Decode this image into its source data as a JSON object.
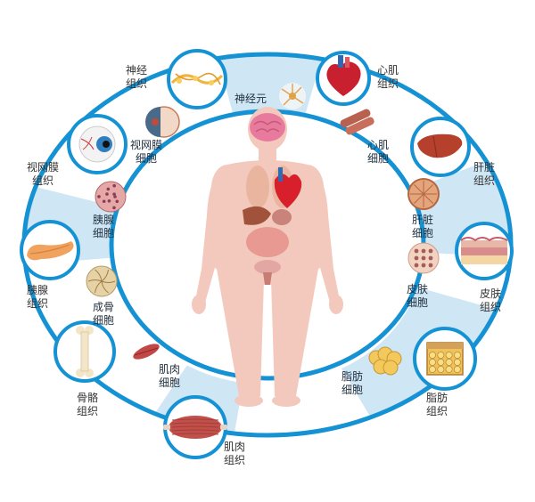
{
  "colors": {
    "ring": "#1592d4",
    "band": "#cfe6f4",
    "body": "#f4c9bd",
    "text": "#333333"
  },
  "center": {
    "title": "神经元"
  },
  "tissues": [
    {
      "id": "nerve",
      "label": "神经\n组织",
      "icon": "nerve-fibers-icon"
    },
    {
      "id": "cardiac",
      "label": "心肌\n组织",
      "icon": "heart-icon"
    },
    {
      "id": "liver",
      "label": "肝脏\n组织",
      "icon": "liver-icon"
    },
    {
      "id": "skin",
      "label": "皮肤\n组织",
      "icon": "skin-layers-icon"
    },
    {
      "id": "fat",
      "label": "脂肪\n组织",
      "icon": "fat-tissue-block-icon"
    },
    {
      "id": "muscle",
      "label": "肌肉\n组织",
      "icon": "muscle-icon"
    },
    {
      "id": "bone",
      "label": "骨骼\n组织",
      "icon": "bone-icon"
    },
    {
      "id": "pancreas",
      "label": "胰腺\n组织",
      "icon": "pancreas-icon"
    },
    {
      "id": "retina",
      "label": "视网膜\n组织",
      "icon": "eyeball-icon"
    }
  ],
  "cells": [
    {
      "id": "neuron",
      "label": "神经元",
      "icon": "neuron-icon"
    },
    {
      "id": "cardiomyocyte",
      "label": "心肌\n细胞",
      "icon": "cardiomyocyte-icon"
    },
    {
      "id": "hepatocyte",
      "label": "肝脏\n细胞",
      "icon": "hepatocyte-icon"
    },
    {
      "id": "skincell",
      "label": "皮肤\n细胞",
      "icon": "skin-cell-icon"
    },
    {
      "id": "adipocyte",
      "label": "脂肪\n细胞",
      "icon": "fat-cell-cluster-icon"
    },
    {
      "id": "myocyte",
      "label": "肌肉\n细胞",
      "icon": "muscle-cell-icon"
    },
    {
      "id": "osteoblast",
      "label": "成骨\n细胞",
      "icon": "osteoblast-icon"
    },
    {
      "id": "pancreatic",
      "label": "胰腺\n细胞",
      "icon": "pancreatic-cell-icon"
    },
    {
      "id": "retinal",
      "label": "视网膜\n细胞",
      "icon": "eye-section-icon"
    }
  ]
}
